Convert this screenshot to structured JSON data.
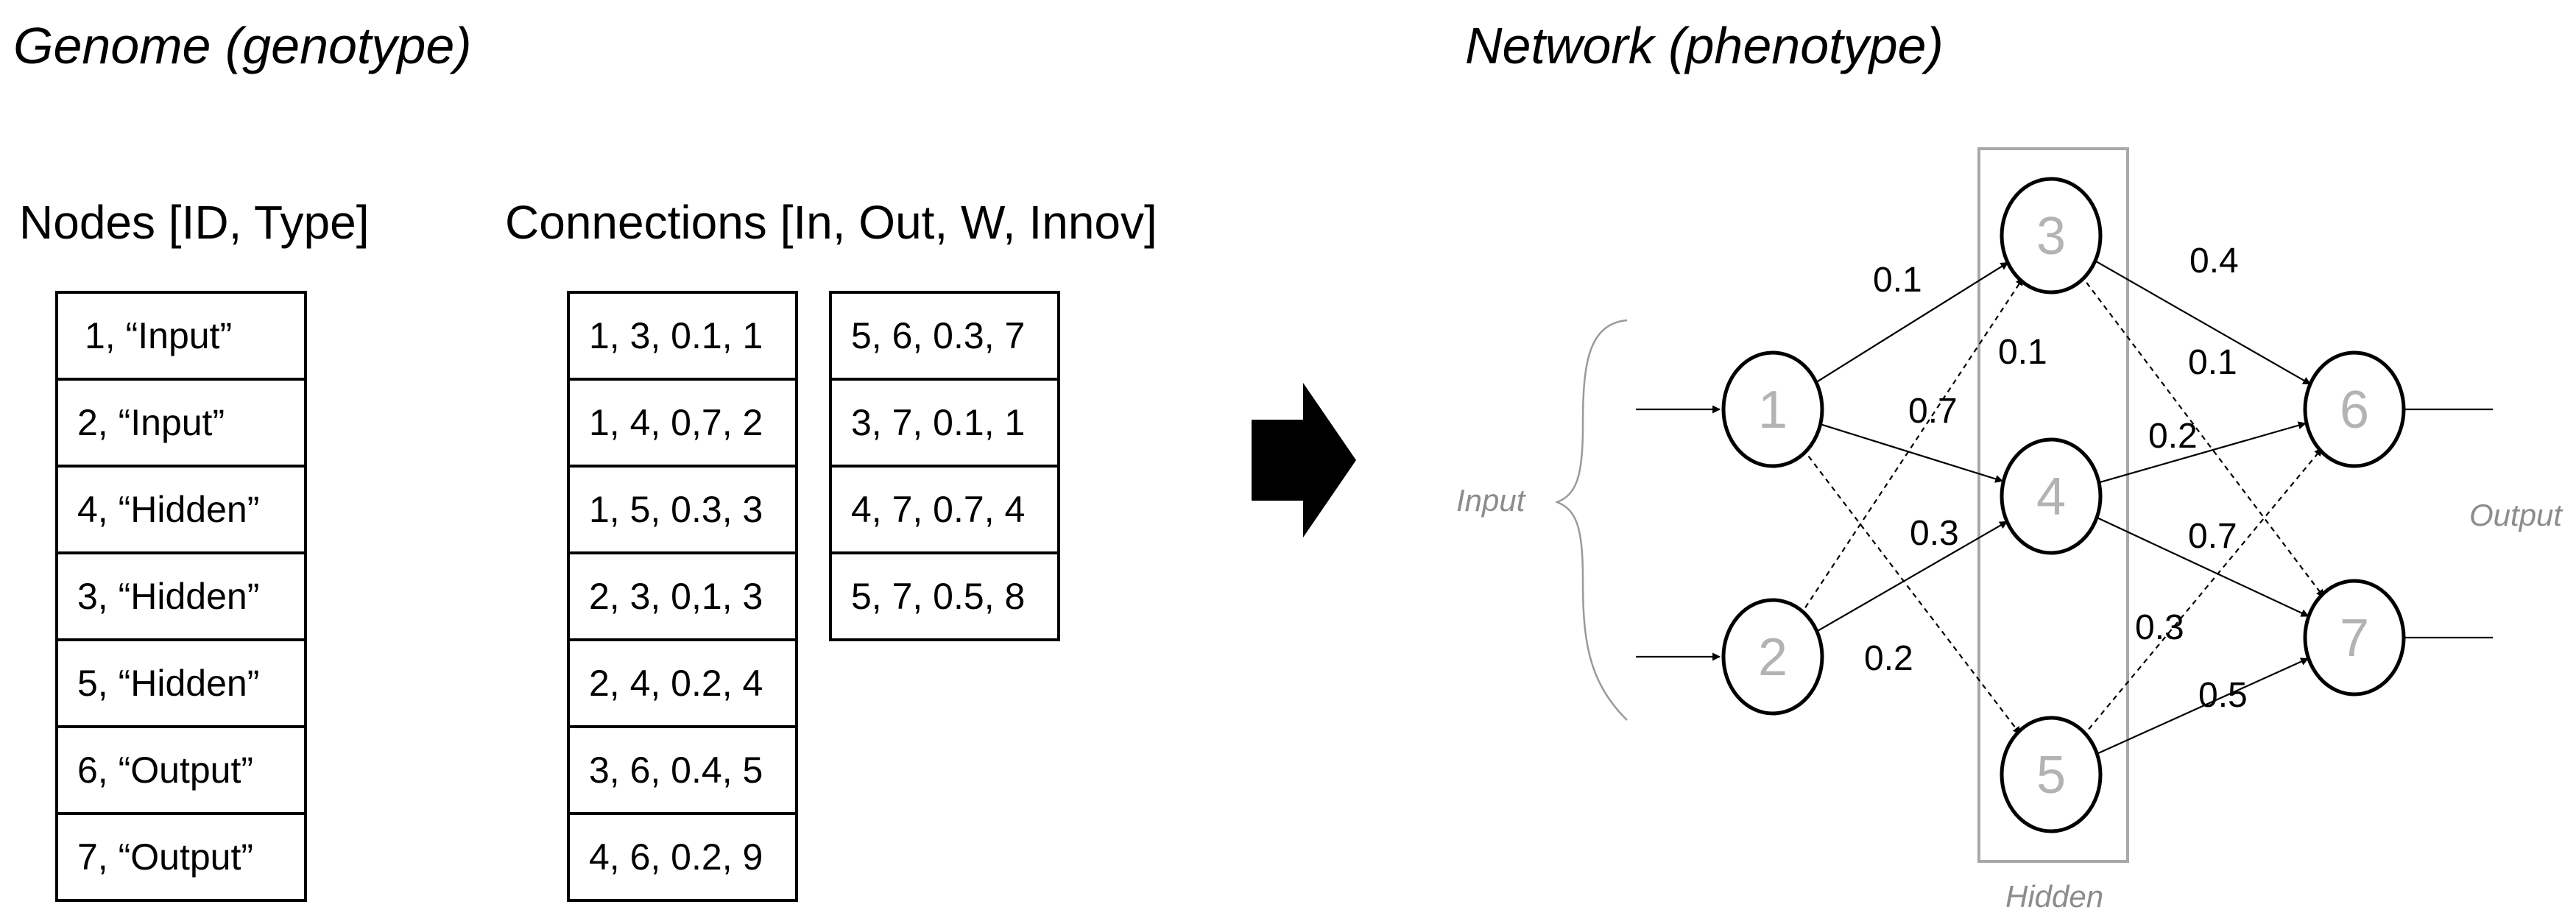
{
  "headings": {
    "genome": "Genome (genotype)",
    "network": "Network (phenotype)"
  },
  "nodes_table": {
    "title": "Nodes [ID, Type]",
    "rows": [
      "1, “Input”",
      "2, “Input”",
      "4, “Hidden”",
      "3, “Hidden”",
      "5, “Hidden”",
      "6, “Output”",
      "7, “Output”"
    ]
  },
  "connections_table": {
    "title": "Connections [In, Out, W, Innov]",
    "column_a": [
      "1, 3, 0.1, 1",
      "1, 4, 0,7, 2",
      "1, 5, 0.3, 3",
      "2, 3, 0,1, 3",
      "2, 4, 0.2, 4",
      "3, 6, 0.4, 5",
      "4, 6, 0.2, 9"
    ],
    "column_b": [
      "5, 6, 0.3, 7",
      "3, 7, 0.1, 1",
      "4, 7, 0.7, 4",
      "5, 7, 0.5, 8"
    ]
  },
  "arrow_icon": "right-arrow-icon",
  "network": {
    "input_label": "Input",
    "hidden_label": "Hidden",
    "output_label": "Output",
    "nodes": [
      {
        "id": "1"
      },
      {
        "id": "2"
      },
      {
        "id": "3"
      },
      {
        "id": "4"
      },
      {
        "id": "5"
      },
      {
        "id": "6"
      },
      {
        "id": "7"
      }
    ],
    "connections": [
      {
        "from": "1",
        "to": "3",
        "weight": "0.1",
        "style": "solid"
      },
      {
        "from": "1",
        "to": "4",
        "weight": "0.7",
        "style": "solid"
      },
      {
        "from": "1",
        "to": "5",
        "weight": "0.3",
        "style": "dashed"
      },
      {
        "from": "2",
        "to": "3",
        "weight": "0.1",
        "style": "dashed"
      },
      {
        "from": "2",
        "to": "4",
        "weight": "0.2",
        "style": "solid"
      },
      {
        "from": "3",
        "to": "6",
        "weight": "0.4",
        "style": "solid"
      },
      {
        "from": "3",
        "to": "7",
        "weight": "0.1",
        "style": "dashed"
      },
      {
        "from": "4",
        "to": "6",
        "weight": "0.2",
        "style": "solid"
      },
      {
        "from": "4",
        "to": "7",
        "weight": "0.7",
        "style": "solid"
      },
      {
        "from": "5",
        "to": "6",
        "weight": "0.3",
        "style": "dashed"
      },
      {
        "from": "5",
        "to": "7",
        "weight": "0.5",
        "style": "solid"
      }
    ]
  }
}
